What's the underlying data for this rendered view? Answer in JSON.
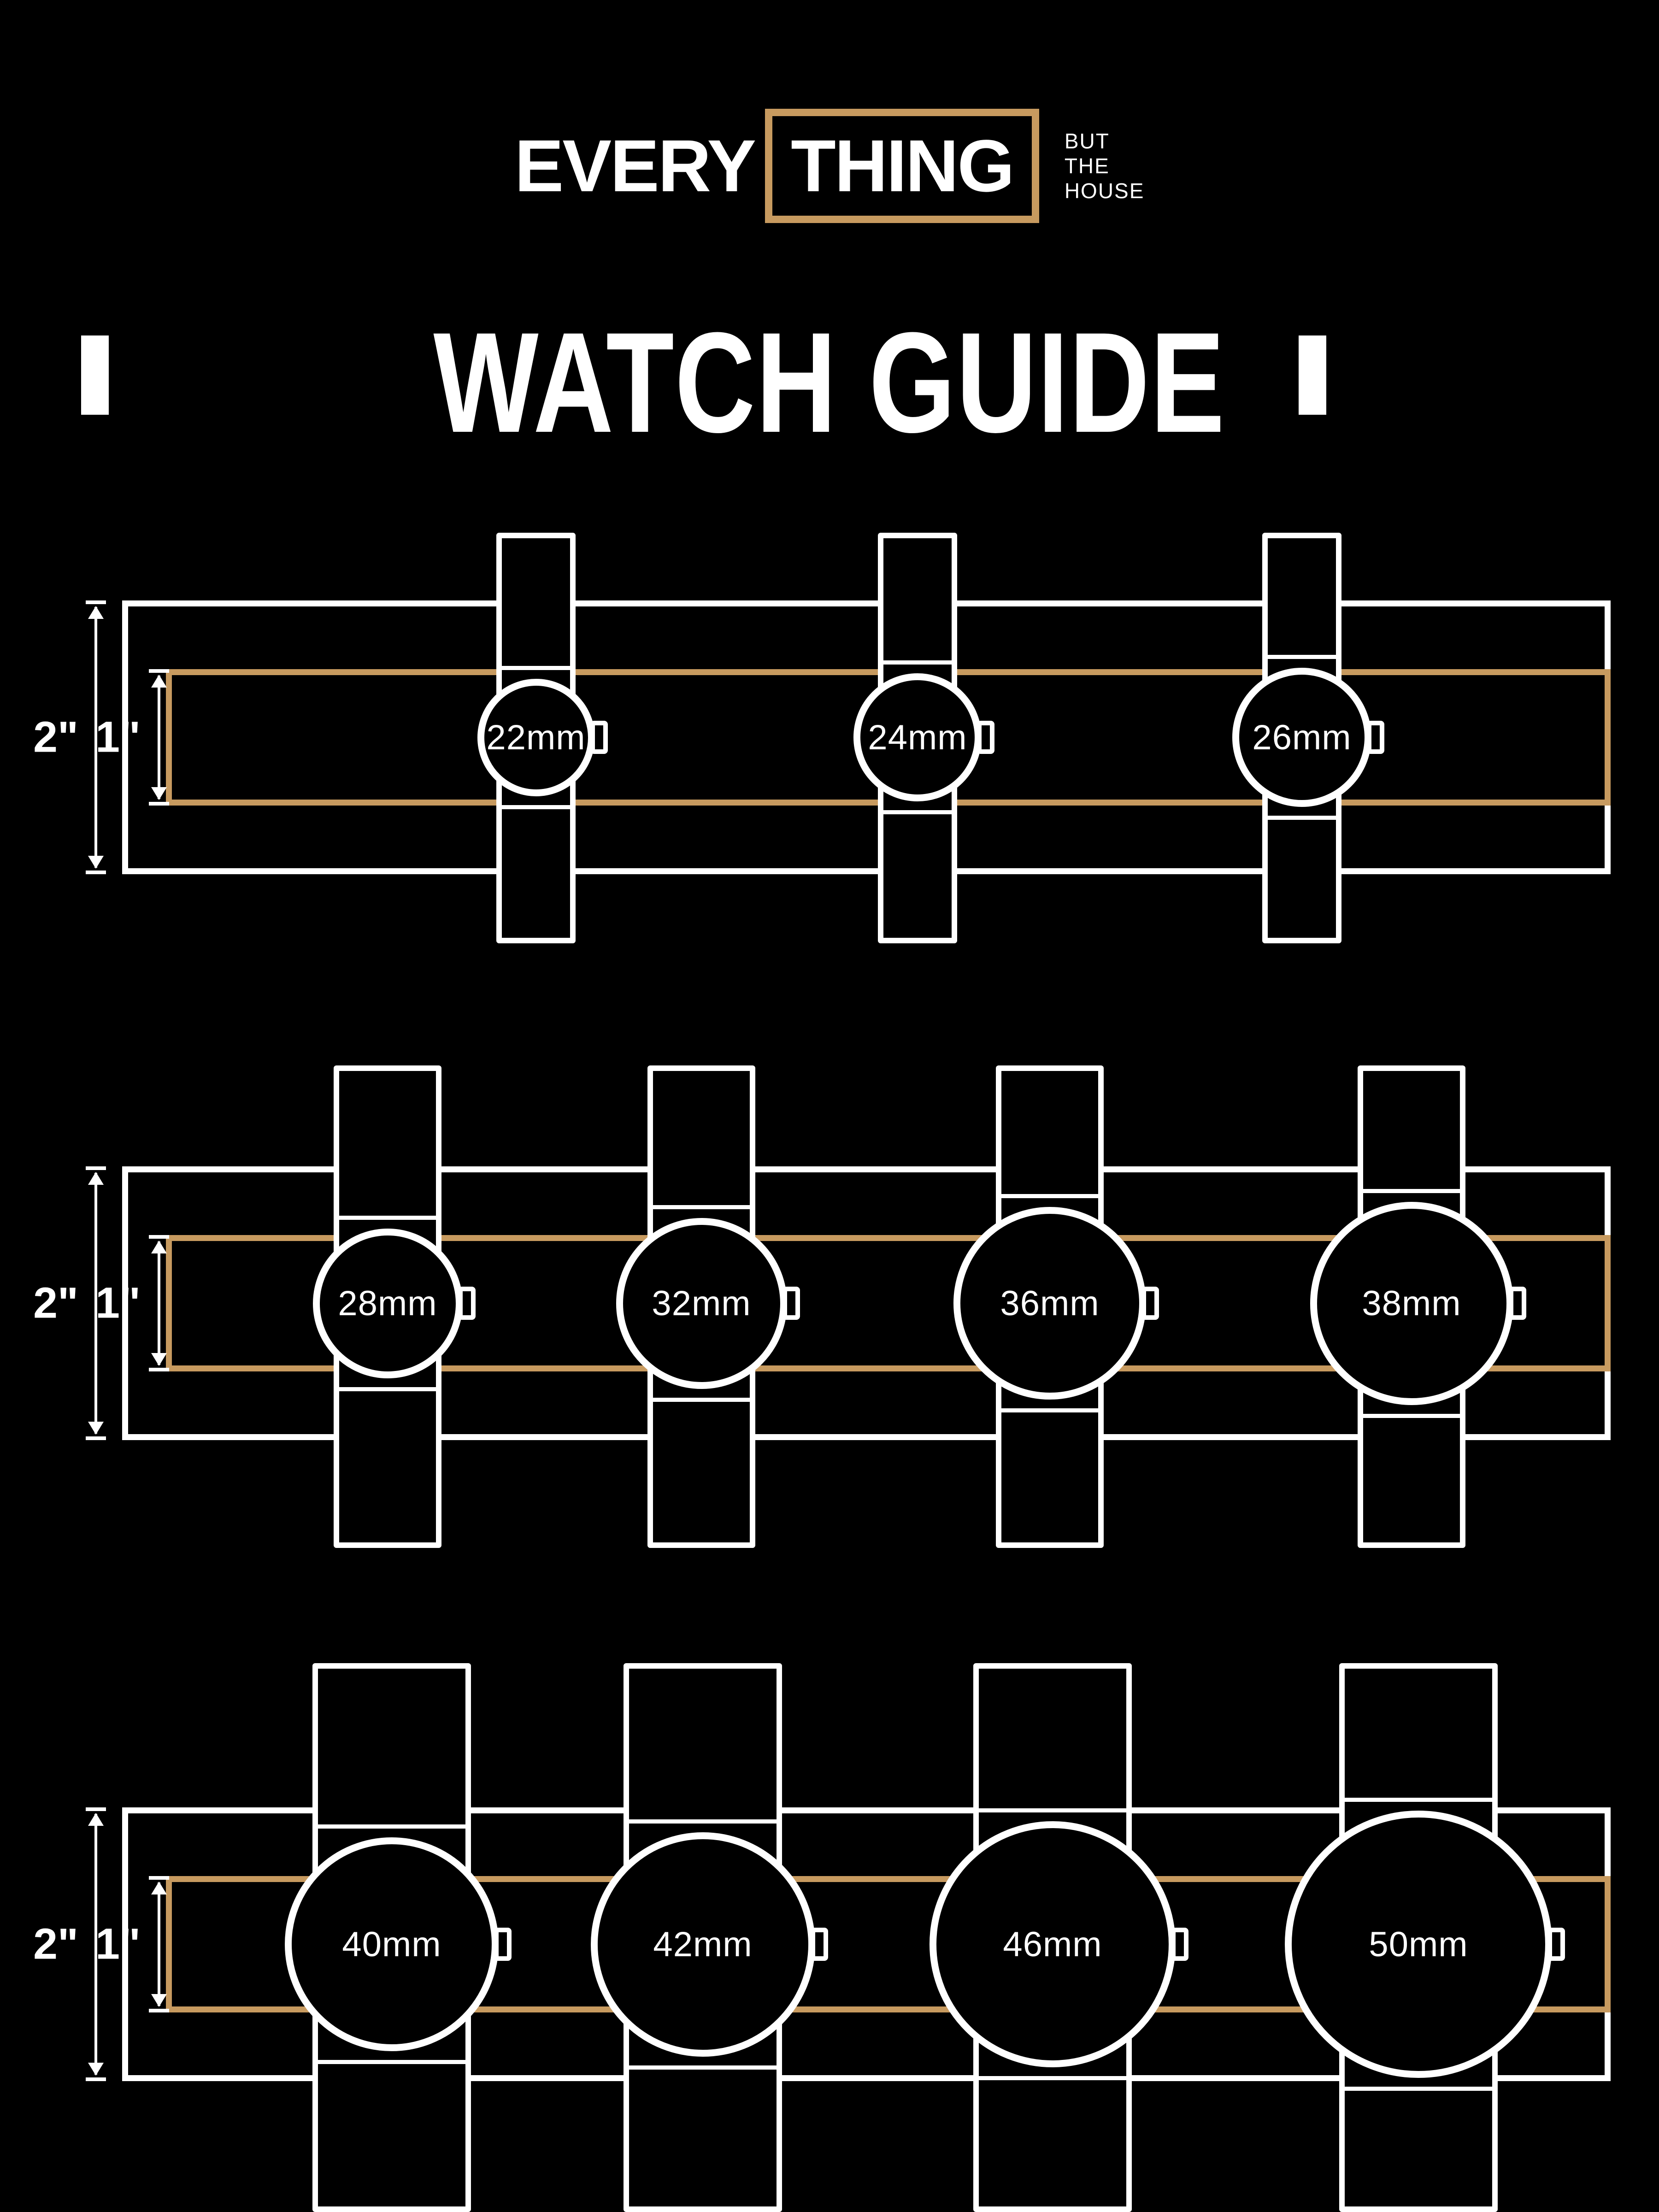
{
  "colors": {
    "background": "#000000",
    "gold": "#C79A5F",
    "white": "#FFFFFF"
  },
  "logo": {
    "word_outside": "EVERY",
    "word_boxed": "THING",
    "tagline_lines": [
      "BUT",
      "THE",
      "HOUSE"
    ]
  },
  "title": "WATCH GUIDE",
  "rows": [
    {
      "outer_band_label": "2\"",
      "inner_band_label": "1\"",
      "watches": [
        {
          "label": "22mm",
          "mm": 22
        },
        {
          "label": "24mm",
          "mm": 24
        },
        {
          "label": "26mm",
          "mm": 26
        }
      ]
    },
    {
      "outer_band_label": "2\"",
      "inner_band_label": "1\"",
      "watches": [
        {
          "label": "28mm",
          "mm": 28
        },
        {
          "label": "32mm",
          "mm": 32
        },
        {
          "label": "36mm",
          "mm": 36
        },
        {
          "label": "38mm",
          "mm": 38
        }
      ]
    },
    {
      "outer_band_label": "2\"",
      "inner_band_label": "1\"",
      "watches": [
        {
          "label": "40mm",
          "mm": 40
        },
        {
          "label": "42mm",
          "mm": 42
        },
        {
          "label": "46mm",
          "mm": 46
        },
        {
          "label": "50mm",
          "mm": 50
        }
      ]
    }
  ]
}
